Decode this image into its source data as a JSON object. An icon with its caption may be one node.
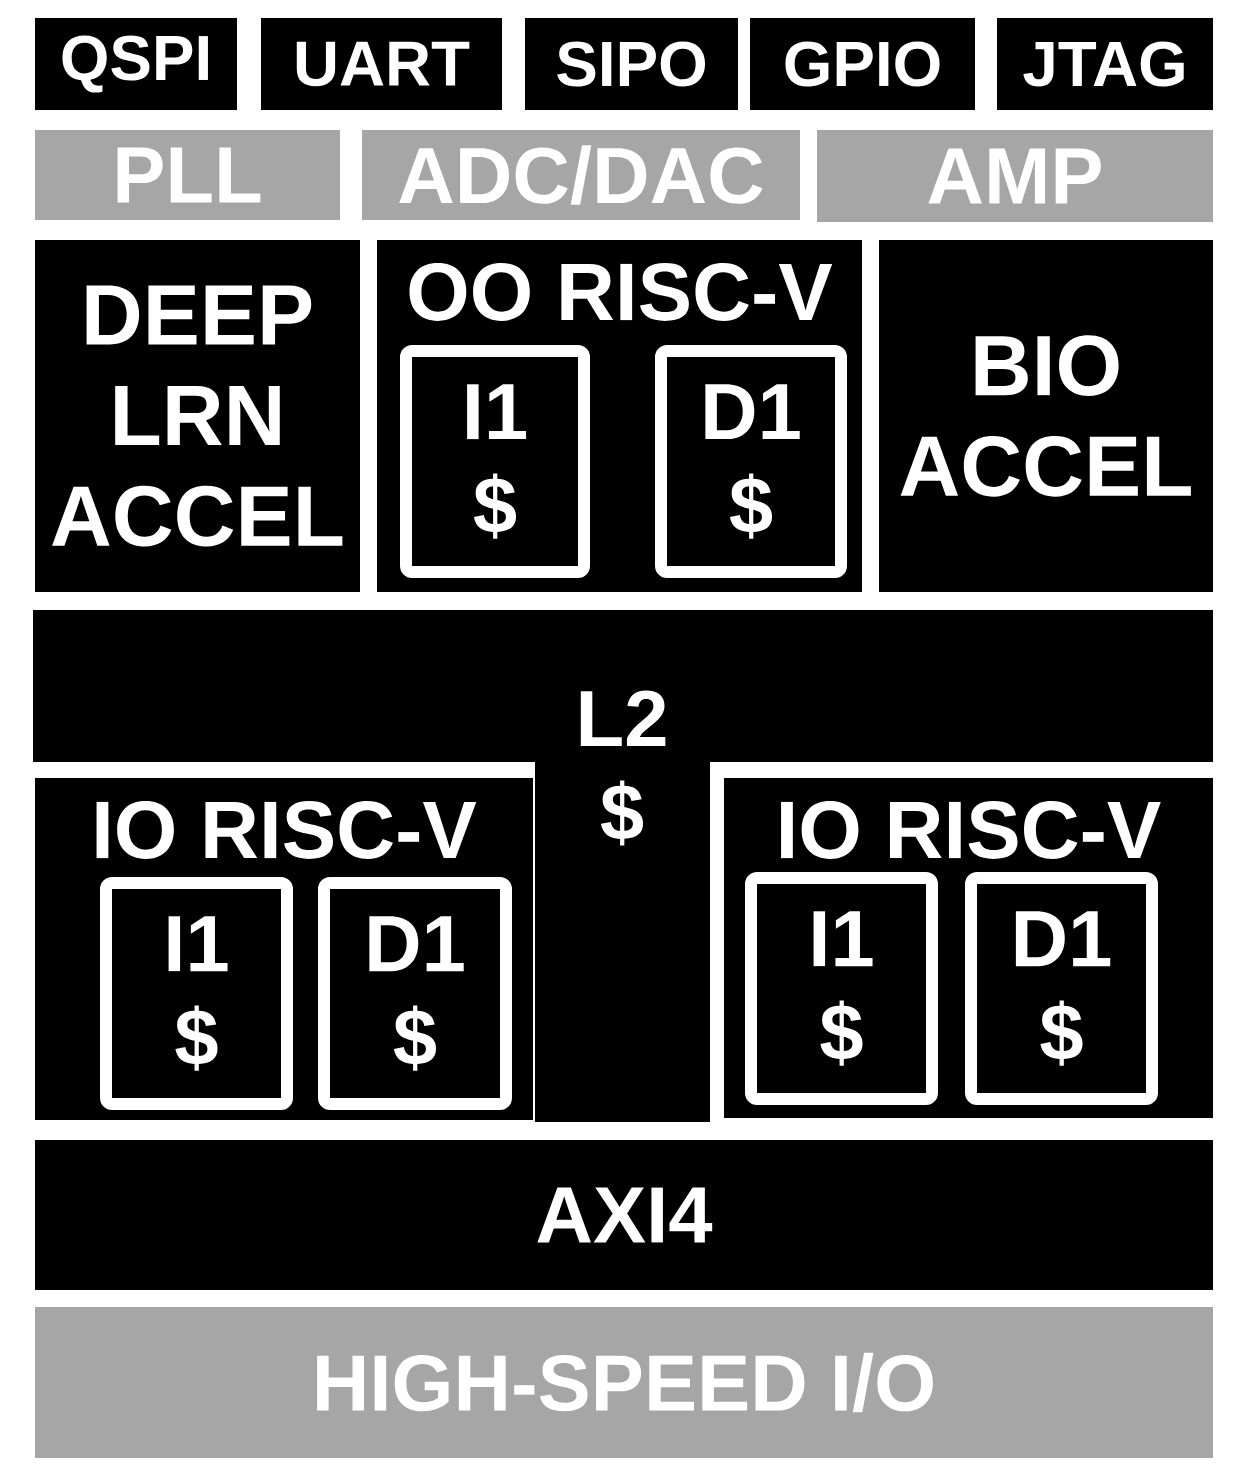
{
  "diagram": {
    "nodes": [
      {
        "text": [
          "QSPI"
        ]
      },
      {
        "text": [
          "UART"
        ]
      },
      {
        "text": [
          "SIPO"
        ]
      },
      {
        "text": [
          "GPIO"
        ]
      },
      {
        "text": [
          "JTAG"
        ]
      },
      {
        "text": [
          "PLL"
        ]
      },
      {
        "text": [
          "ADC/DAC"
        ]
      },
      {
        "text": [
          "AMP"
        ]
      },
      {
        "text": [
          "DEEP LRN ACCEL"
        ]
      },
      {
        "text": [
          "OO RISC-V"
        ]
      },
      {
        "text": [
          "I1 $"
        ],
        "in": 9
      },
      {
        "text": [
          "D1 $"
        ],
        "in": 9
      },
      {
        "text": [
          "BIO ACCEL"
        ]
      },
      {
        "text": [
          "L2 $"
        ]
      },
      {
        "text": [
          "IO RISC-V"
        ]
      },
      {
        "text": [
          "I1 $"
        ],
        "in": 14
      },
      {
        "text": [
          "D1 $"
        ],
        "in": 14
      },
      {
        "text": [
          "IO RISC-V"
        ]
      },
      {
        "text": [
          "I1 $"
        ],
        "in": 17
      },
      {
        "text": [
          "D1 $"
        ],
        "in": 17
      },
      {
        "text": [
          "AXI4"
        ]
      },
      {
        "text": [
          "HIGH-SPEED I/O"
        ]
      }
    ]
  }
}
